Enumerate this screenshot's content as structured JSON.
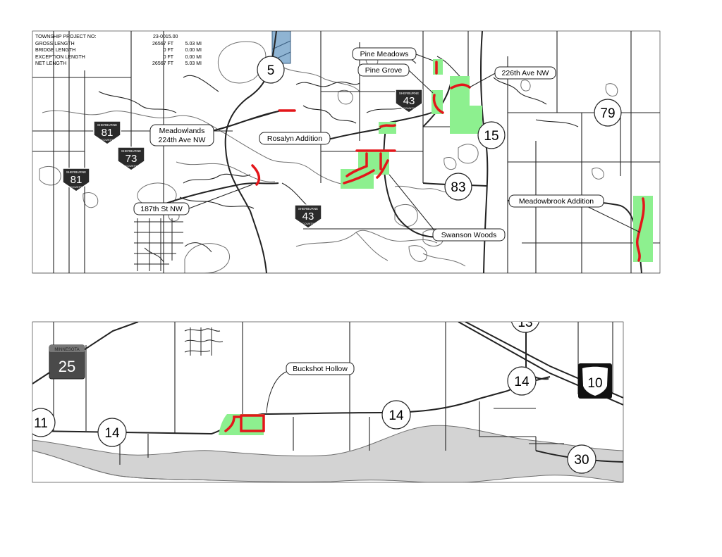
{
  "project_info": {
    "project_no_label": "TOWNSHIP PROJECT NO:",
    "project_no_value": "23-0015.00",
    "rows": [
      {
        "label": "GROSS LENGTH",
        "ft": "26567 FT",
        "mi": "5.03 MI"
      },
      {
        "label": "BRIDGE LENGTH",
        "ft": "0 FT",
        "mi": "0.00 MI"
      },
      {
        "label": "EXCEPTION LENGTH",
        "ft": "0 FT",
        "mi": "0.00 MI"
      },
      {
        "label": "NET LENGTH",
        "ft": "26567 FT",
        "mi": "5.03 MI"
      }
    ]
  },
  "callouts": {
    "pine_meadows": "Pine Meadows",
    "pine_grove": "Pine Grove",
    "ave_226th": "226th Ave NW",
    "meadowlands_1": "Meadowlands",
    "meadowlands_2": "224th Ave NW",
    "rosalyn": "Rosalyn Addition",
    "st_187th": "187th St NW",
    "meadowbrook": "Meadowbrook Addition",
    "swanson": "Swanson Woods",
    "buckshot": "Buckshot Hollow"
  },
  "route_markers": {
    "r5": "5",
    "r79": "79",
    "r15": "15",
    "r83": "83",
    "r14a": "14",
    "r14b": "14",
    "r14c": "14",
    "r11": "11",
    "r30": "30",
    "r13": "13"
  },
  "county_markers": {
    "c81a": "81",
    "c73": "73",
    "c81b": "81",
    "c43a": "43",
    "c43b": "43",
    "county_top": "SHERBURNE",
    "county_bottom": "COUNTY"
  },
  "state_highway": {
    "number": "25",
    "state": "MINNESOTA"
  },
  "us_highway": {
    "number": "10"
  },
  "colors": {
    "project_segment": "#e4161a",
    "project_area": "#8df08f",
    "road": "#222222",
    "water_line": "#6f6f6f",
    "river_fill": "#d3d3d3"
  }
}
